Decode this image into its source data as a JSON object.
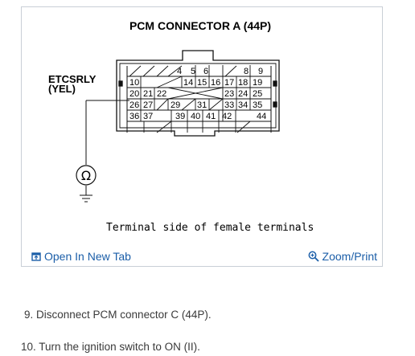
{
  "diagram": {
    "title": "PCM CONNECTOR A (44P)",
    "wire_label_line1": "ETCSRLY",
    "wire_label_line2": "(YEL)",
    "caption": "Terminal side of female terminals",
    "meter_symbol": "Ω",
    "pins": {
      "p4": "4",
      "p5": "5",
      "p6": "6",
      "p8": "8",
      "p9": "9",
      "p10": "10",
      "p14": "14",
      "p15": "15",
      "p16": "16",
      "p17": "17",
      "p18": "18",
      "p19": "19",
      "p20": "20",
      "p21": "21",
      "p22": "22",
      "p23": "23",
      "p24": "24",
      "p25": "25",
      "p26": "26",
      "p27": "27",
      "p29": "29",
      "p31": "31",
      "p33": "33",
      "p34": "34",
      "p35": "35",
      "p36": "36",
      "p37": "37",
      "p39": "39",
      "p40": "40",
      "p41": "41",
      "p42": "42",
      "p44": "44"
    }
  },
  "toolbar": {
    "open_tab_label": "Open In New Tab",
    "zoom_label": "Zoom/Print",
    "open_icon": "open-in-new-tab-icon",
    "zoom_icon": "zoom-icon"
  },
  "steps": [
    "9. Disconnect PCM connector C (44P).",
    "10. Turn the ignition switch to ON (II)."
  ],
  "colors": {
    "link": "#1b5ea8",
    "border": "#c9cfd6",
    "text": "#3a3a3a"
  }
}
